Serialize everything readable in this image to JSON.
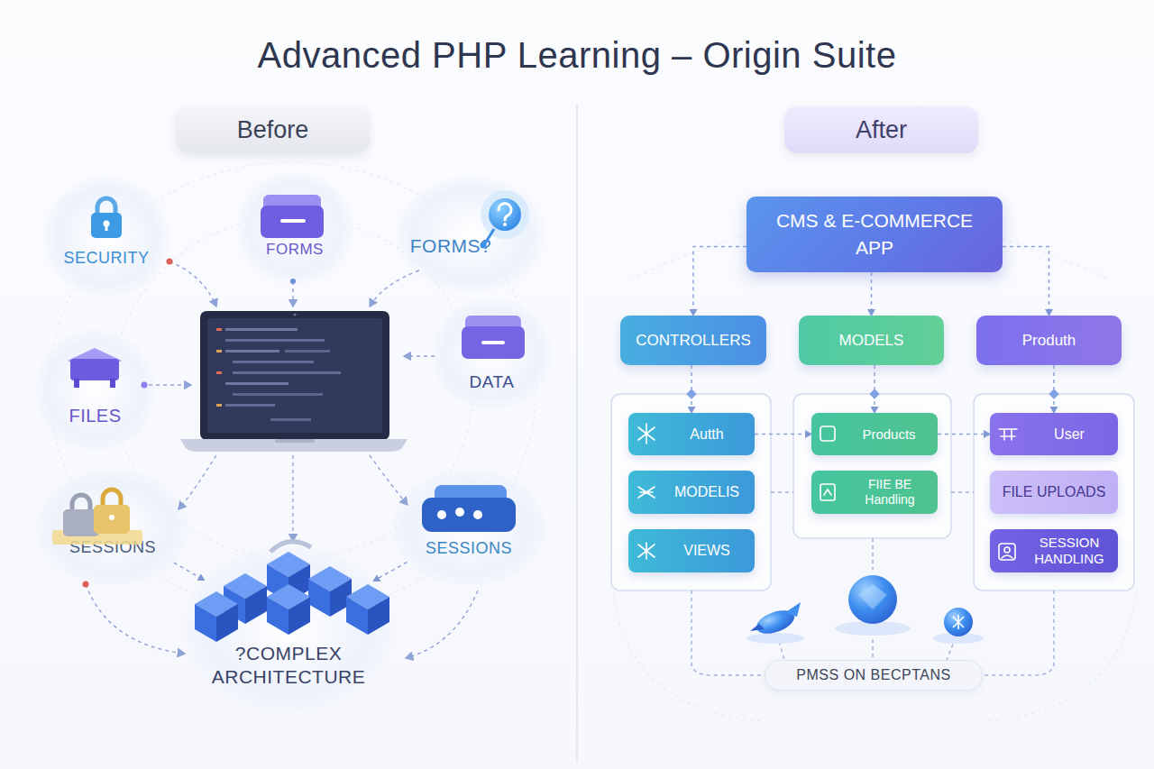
{
  "diagram": {
    "title": "Advanced PHP Learning – Origin Suite",
    "nodes": [
      {
        "text": [
          "Before"
        ]
      },
      {
        "text": [
          "SECURITY"
        ]
      },
      {
        "text": [
          "FORMS"
        ]
      },
      {
        "text": [
          "FORMS?"
        ]
      },
      {
        "text": [
          "FILES"
        ]
      },
      {
        "text": [
          "DATA"
        ]
      },
      {
        "text": [
          "SESSIONS"
        ]
      },
      {
        "text": [
          "SESSIONS"
        ]
      },
      {
        "text": [
          "?COMPLEX ARCHITECTURE"
        ]
      },
      {
        "text": [
          "After"
        ]
      },
      {
        "text": [
          "CMS & E-COMMERCE APP"
        ]
      },
      {
        "text": [
          "CONTROLLERS"
        ]
      },
      {
        "text": [
          "MODELS"
        ]
      },
      {
        "text": [
          "Produth"
        ]
      },
      {
        "text": [
          "Autth"
        ]
      },
      {
        "text": [
          "MODELIS"
        ]
      },
      {
        "text": [
          "VIEWS"
        ]
      },
      {
        "text": [
          "Products"
        ]
      },
      {
        "text": [
          "FIIE BE Handling"
        ]
      },
      {
        "text": [
          "User"
        ]
      },
      {
        "text": [
          "FILE UPLOADS"
        ]
      },
      {
        "text": [
          "SESSION HANDLING"
        ]
      },
      {
        "text": [
          "PMSS ON BECPTANS"
        ]
      }
    ],
    "edges": [
      {
        "from": 6,
        "to": 8,
        "arrow": "to"
      },
      {
        "from": 7,
        "to": 8,
        "arrow": "to"
      },
      {
        "from": 10,
        "to": 11,
        "arrow": "to"
      },
      {
        "from": 10,
        "to": 12,
        "arrow": "to"
      },
      {
        "from": 10,
        "to": 13,
        "arrow": "to"
      },
      {
        "from": 11,
        "to": 14,
        "arrow": "to"
      },
      {
        "from": 12,
        "to": 17,
        "arrow": "to"
      },
      {
        "from": 13,
        "to": 19,
        "arrow": "to"
      },
      {
        "from": 14,
        "to": 17,
        "arrow": "to"
      },
      {
        "from": 17,
        "to": 19,
        "arrow": "to"
      }
    ]
  }
}
